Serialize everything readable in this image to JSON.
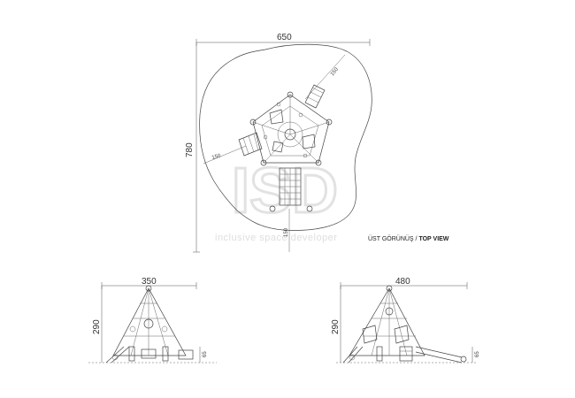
{
  "top_view": {
    "width_label": "650",
    "height_label": "780",
    "radial_dim_1": "150",
    "radial_dim_2": "150",
    "radial_dim_3": "150",
    "caption_normal": "ÜST GÖRÜNÜŞ / ",
    "caption_bold": "TOP VIEW"
  },
  "side_view_1": {
    "width_label": "350",
    "height_label": "290",
    "base_label": "65"
  },
  "side_view_2": {
    "width_label": "480",
    "height_label": "290",
    "base_label": "65"
  },
  "watermark": {
    "letters": "ISD",
    "tagline": "inclusive space developer"
  }
}
